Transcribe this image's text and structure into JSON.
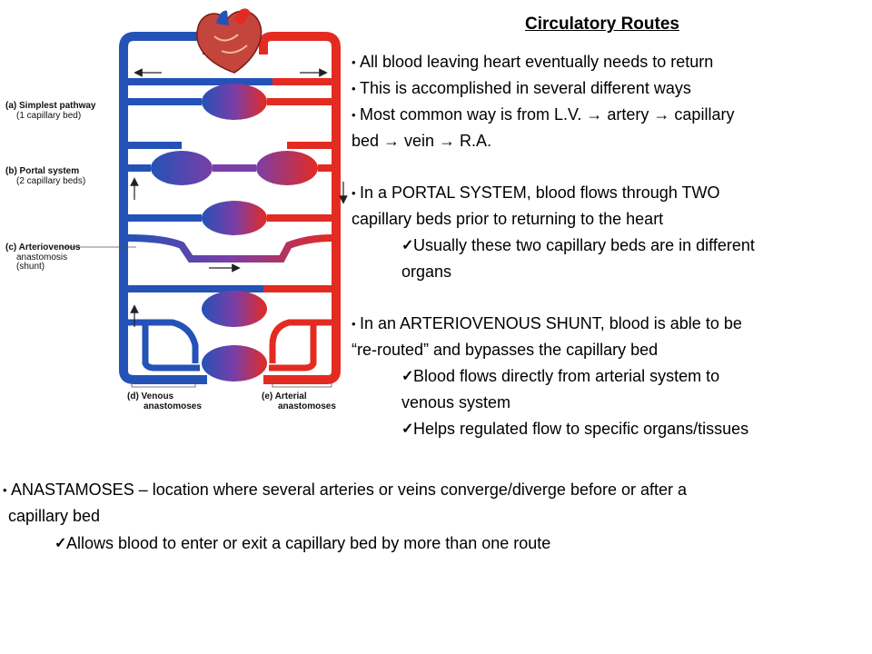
{
  "title": "Circulatory Routes",
  "diagram": {
    "labels": {
      "a_title": "(a) Simplest pathway",
      "a_sub": "(1 capillary bed)",
      "b_title": "(b) Portal system",
      "b_sub": "(2 capillary beds)",
      "c_title": "(c) Arteriovenous",
      "c_sub1": "anastomosis",
      "c_sub2": "(shunt)",
      "d_title": "(d) Venous",
      "d_sub": "anastomoses",
      "e_title": "(e) Arterial",
      "e_sub": "anastomoses"
    },
    "colors": {
      "artery": "#e32b22",
      "vein": "#2452b7",
      "capillary_mix": "#7a3ea8"
    },
    "icons": [
      "heart-icon",
      "capillary-bed-icon",
      "flow-arrow-icon"
    ]
  },
  "bullets_right": [
    {
      "type": "bullet",
      "text": "All blood leaving heart eventually needs to return"
    },
    {
      "type": "bullet",
      "text": "This is accomplished in several different ways"
    },
    {
      "type": "bullet",
      "line1": "Most common way is from L.V. → artery → capillary",
      "line2": "bed → vein → R.A."
    },
    {
      "type": "bullet",
      "line1": "In a PORTAL SYSTEM, blood flows through TWO",
      "line2": "capillary beds prior to returning to the heart"
    },
    {
      "type": "check",
      "line1": "Usually these two capillary beds are in different",
      "line2": "organs"
    },
    {
      "type": "bullet",
      "line1": "In an ARTERIOVENOUS SHUNT, blood is able to be",
      "line2": "“re-routed” and bypasses the capillary bed"
    },
    {
      "type": "check",
      "line1": "Blood flows directly from arterial system to",
      "line2": "venous system"
    },
    {
      "type": "check",
      "text": "Helps regulated flow to specific organs/tissues"
    }
  ],
  "bullets_bottom": [
    {
      "type": "bullet",
      "line1": "ANASTAMOSES – location where several arteries or veins converge/diverge before or after a",
      "line2": "capillary bed"
    },
    {
      "type": "check",
      "text": "Allows blood to enter or exit a capillary bed by more than one route"
    }
  ],
  "glyphs": {
    "bullet": "•",
    "check": "✓"
  }
}
